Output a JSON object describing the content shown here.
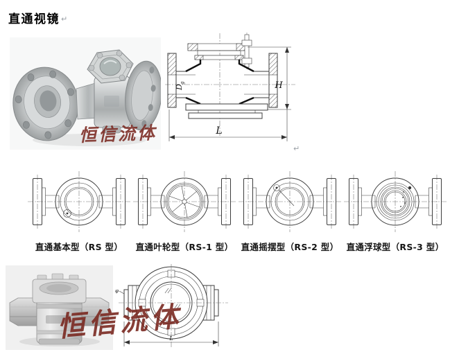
{
  "document": {
    "title": "直通视镜",
    "paragraph_mark": "↵"
  },
  "section_view": {
    "dim_height": "H",
    "dim_length": "L",
    "dim_bore_main": "D",
    "dim_bore_sub": "g"
  },
  "type_row": {
    "items": [
      {
        "caption": "直通基本型（RS 型）"
      },
      {
        "caption": "直通叶轮型（RS-1 型）"
      },
      {
        "caption": "直通摇摆型（RS-2 型）"
      },
      {
        "caption": "直通浮球型（RS-3 型）"
      }
    ]
  },
  "threaded_view": {
    "dim_length": "L",
    "thread_label": "φ"
  },
  "watermark": {
    "text": "恒信流体",
    "color": "#7b2a22"
  },
  "colors": {
    "drawing_line": "#3c3c3c",
    "title": "#000000"
  }
}
